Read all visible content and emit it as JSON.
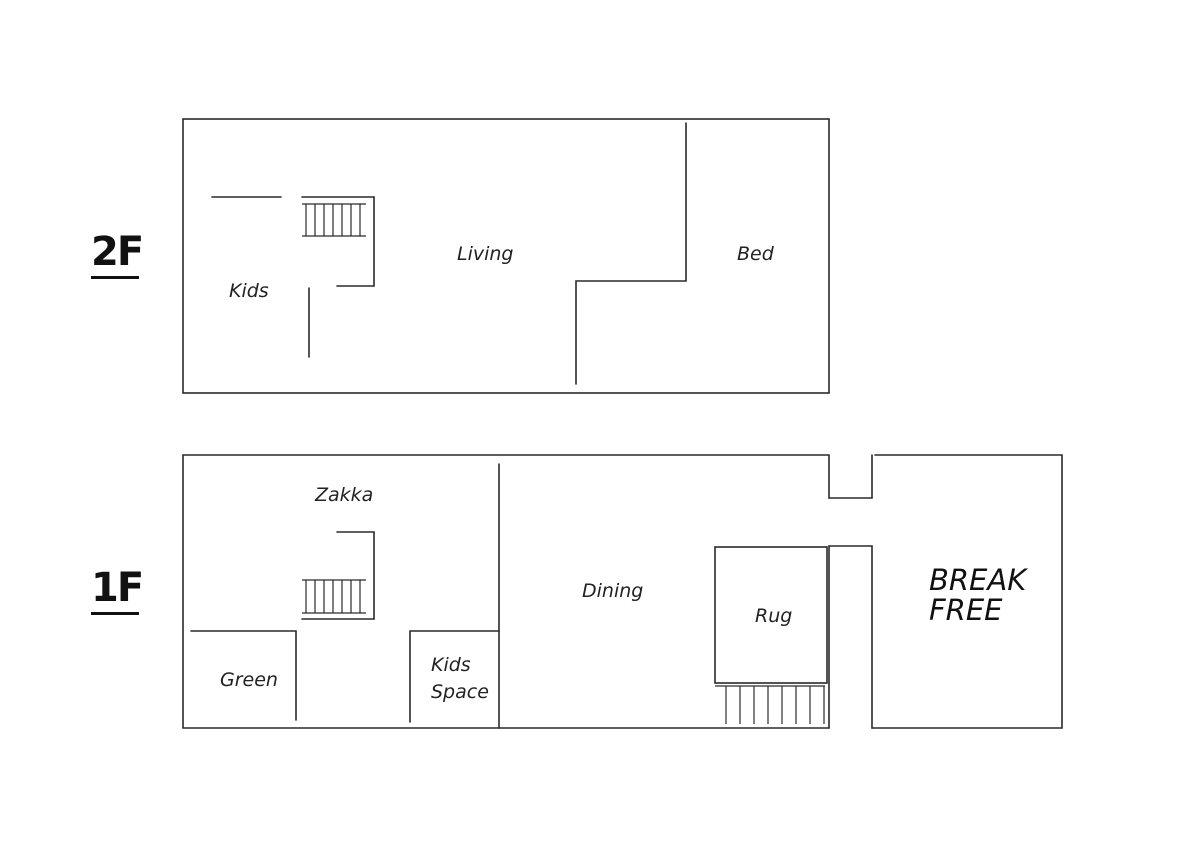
{
  "floors": {
    "upper": {
      "label": "2F"
    },
    "lower": {
      "label": "1F"
    }
  },
  "rooms_2f": {
    "kids": "Kids",
    "living": "Living",
    "bed": "Bed"
  },
  "rooms_1f": {
    "zakka": "Zakka",
    "dining": "Dining",
    "rug": "Rug",
    "green": "Green",
    "kids_space_line1": "Kids",
    "kids_space_line2": "Space"
  },
  "brand": {
    "line1": "BREAK",
    "line2": "FREE"
  },
  "colors": {
    "wall": "#222222",
    "background": "#ffffff"
  }
}
